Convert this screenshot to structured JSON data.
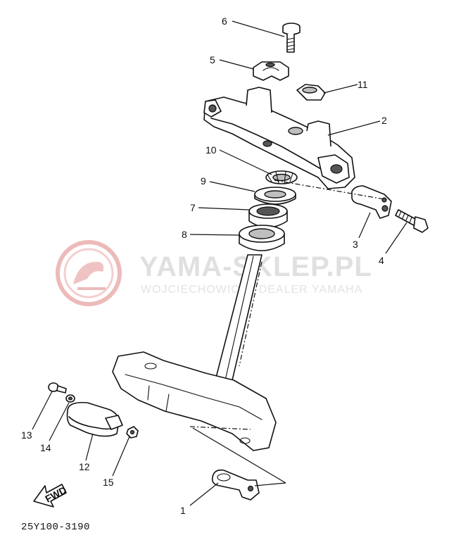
{
  "watermark": {
    "brand": "YAMA-SKLEP.PL",
    "subtitle": "WOJCIECHOWICZ | DEALER YAMAHA",
    "logo_color": "#e8a3a3"
  },
  "diagram_code": "25Y100-3190",
  "fwd_label": "FWD",
  "callouts": {
    "c1": "1",
    "c2": "2",
    "c3": "3",
    "c4": "4",
    "c5": "5",
    "c6": "6",
    "c7": "7",
    "c8": "8",
    "c9": "9",
    "c10": "10",
    "c11": "11",
    "c12": "12",
    "c13": "13",
    "c14": "14",
    "c15": "15"
  }
}
